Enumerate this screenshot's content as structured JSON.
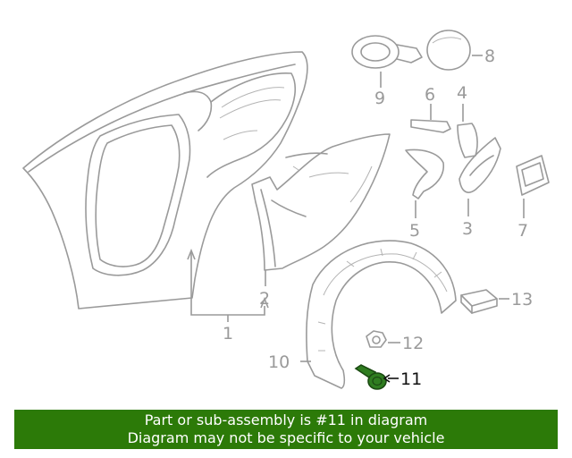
{
  "callouts": {
    "c1": "1",
    "c2": "2",
    "c3": "3",
    "c4": "4",
    "c5": "5",
    "c6": "6",
    "c7": "7",
    "c8": "8",
    "c9": "9",
    "c10": "10",
    "c11": "11",
    "c12": "12",
    "c13": "13"
  },
  "highlighted_part": "11",
  "colors": {
    "banner": "#2c7a08",
    "highlight_part": "#2f7d20",
    "line_art": "#9a9a9a"
  },
  "banner": {
    "line1": "Part or sub-assembly is #11 in diagram",
    "line2": "Diagram may not be specific to your vehicle"
  }
}
